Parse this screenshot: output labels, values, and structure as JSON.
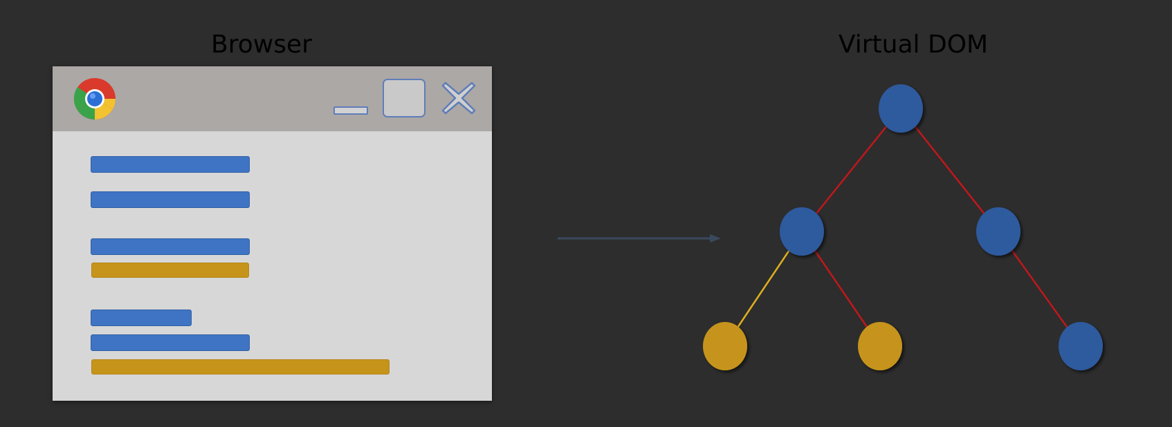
{
  "browser": {
    "heading": "Browser",
    "window_controls": [
      "minimize-icon",
      "maximize-icon",
      "close-icon"
    ],
    "logo_icon": "chrome-logo-icon",
    "content_bars": [
      {
        "color": "blue"
      },
      {
        "color": "blue"
      },
      {
        "color": "blue"
      },
      {
        "color": "gold"
      },
      {
        "color": "blue"
      },
      {
        "color": "blue"
      },
      {
        "color": "gold"
      }
    ]
  },
  "virtual_dom": {
    "heading": "Virtual DOM",
    "nodes": [
      {
        "id": "root",
        "color": "blue"
      },
      {
        "id": "left",
        "color": "blue"
      },
      {
        "id": "right",
        "color": "blue"
      },
      {
        "id": "left-left",
        "color": "gold"
      },
      {
        "id": "left-right",
        "color": "gold"
      },
      {
        "id": "right-right",
        "color": "blue"
      }
    ],
    "edges": [
      {
        "from": "root",
        "to": "left",
        "color": "red"
      },
      {
        "from": "root",
        "to": "right",
        "color": "red"
      },
      {
        "from": "left",
        "to": "left-left",
        "color": "gold"
      },
      {
        "from": "left",
        "to": "left-right",
        "color": "red"
      },
      {
        "from": "right",
        "to": "right-right",
        "color": "red"
      }
    ]
  },
  "colors": {
    "background": "#2d2d2d",
    "node_blue": "#2f5a9e",
    "node_gold": "#c6941b",
    "edge_red": "#c0181b",
    "edge_gold": "#e0b020",
    "bar_blue": "#3f74c4",
    "bar_gold": "#c6941b",
    "arrow": "#3a4a5e"
  }
}
